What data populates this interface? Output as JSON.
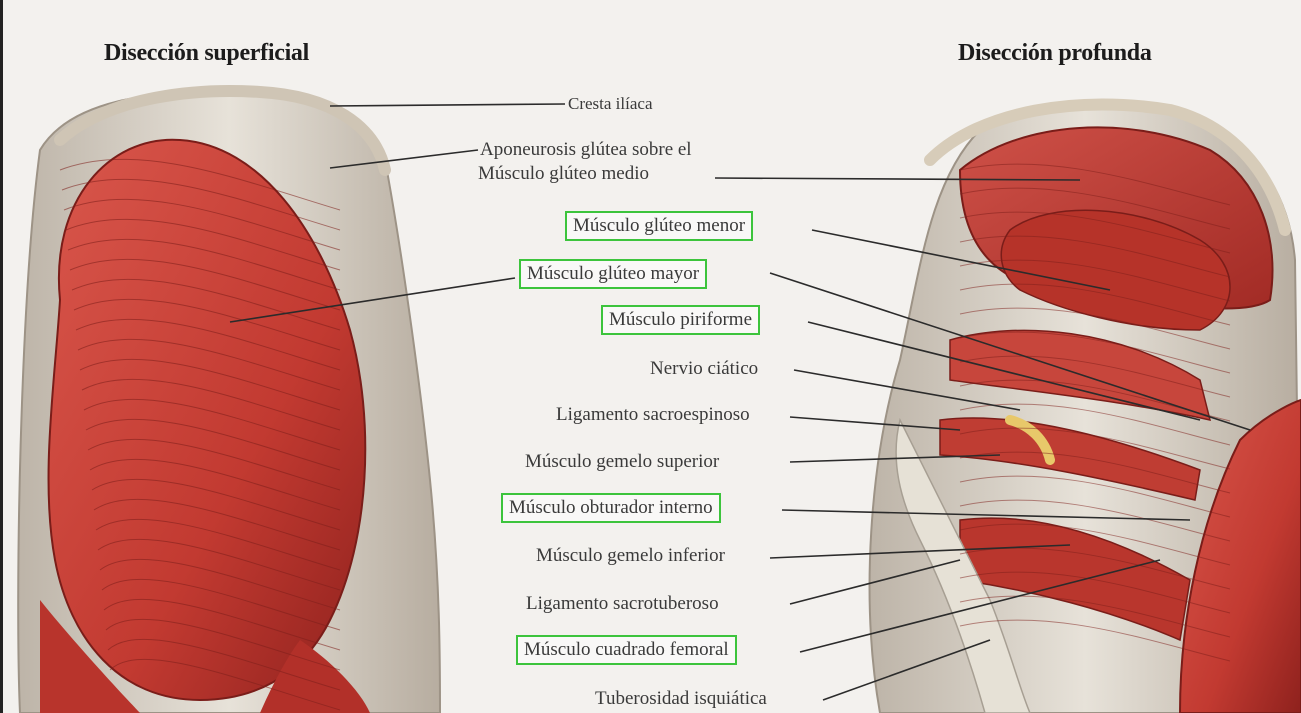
{
  "titles": {
    "left": "Disección superficial",
    "right": "Disección profunda"
  },
  "labels": [
    {
      "id": "cresta",
      "text": "Cresta ilíaca",
      "highlighted": false
    },
    {
      "id": "aponeurosis1",
      "text": "Aponeurosis glútea sobre el",
      "highlighted": false
    },
    {
      "id": "aponeurosis2",
      "text": "Músculo glúteo medio",
      "highlighted": false
    },
    {
      "id": "gluteo_menor",
      "text": "Músculo glúteo menor",
      "highlighted": true
    },
    {
      "id": "gluteo_mayor",
      "text": "Músculo glúteo mayor",
      "highlighted": true
    },
    {
      "id": "piriforme",
      "text": "Músculo piriforme",
      "highlighted": true
    },
    {
      "id": "ciatico",
      "text": "Nervio ciático",
      "highlighted": false
    },
    {
      "id": "sacroespinoso",
      "text": "Ligamento sacroespinoso",
      "highlighted": false
    },
    {
      "id": "gemelo_sup",
      "text": "Músculo gemelo superior",
      "highlighted": false
    },
    {
      "id": "obturador",
      "text": "Músculo obturador interno",
      "highlighted": true
    },
    {
      "id": "gemelo_inf",
      "text": "Músculo gemelo inferior",
      "highlighted": false
    },
    {
      "id": "sacrotuberoso",
      "text": "Ligamento sacrotuberoso",
      "highlighted": false
    },
    {
      "id": "cuadrado",
      "text": "Músculo cuadrado femoral",
      "highlighted": true
    },
    {
      "id": "tuberosidad",
      "text": "Tuberosidad isquiática",
      "highlighted": false
    }
  ],
  "colors": {
    "highlight_box": "#3cc43c",
    "muscle": "#c8423a",
    "muscle_dark": "#9c2622",
    "fascia": "#ddd8cf",
    "leader_line": "#2b2b2b"
  }
}
